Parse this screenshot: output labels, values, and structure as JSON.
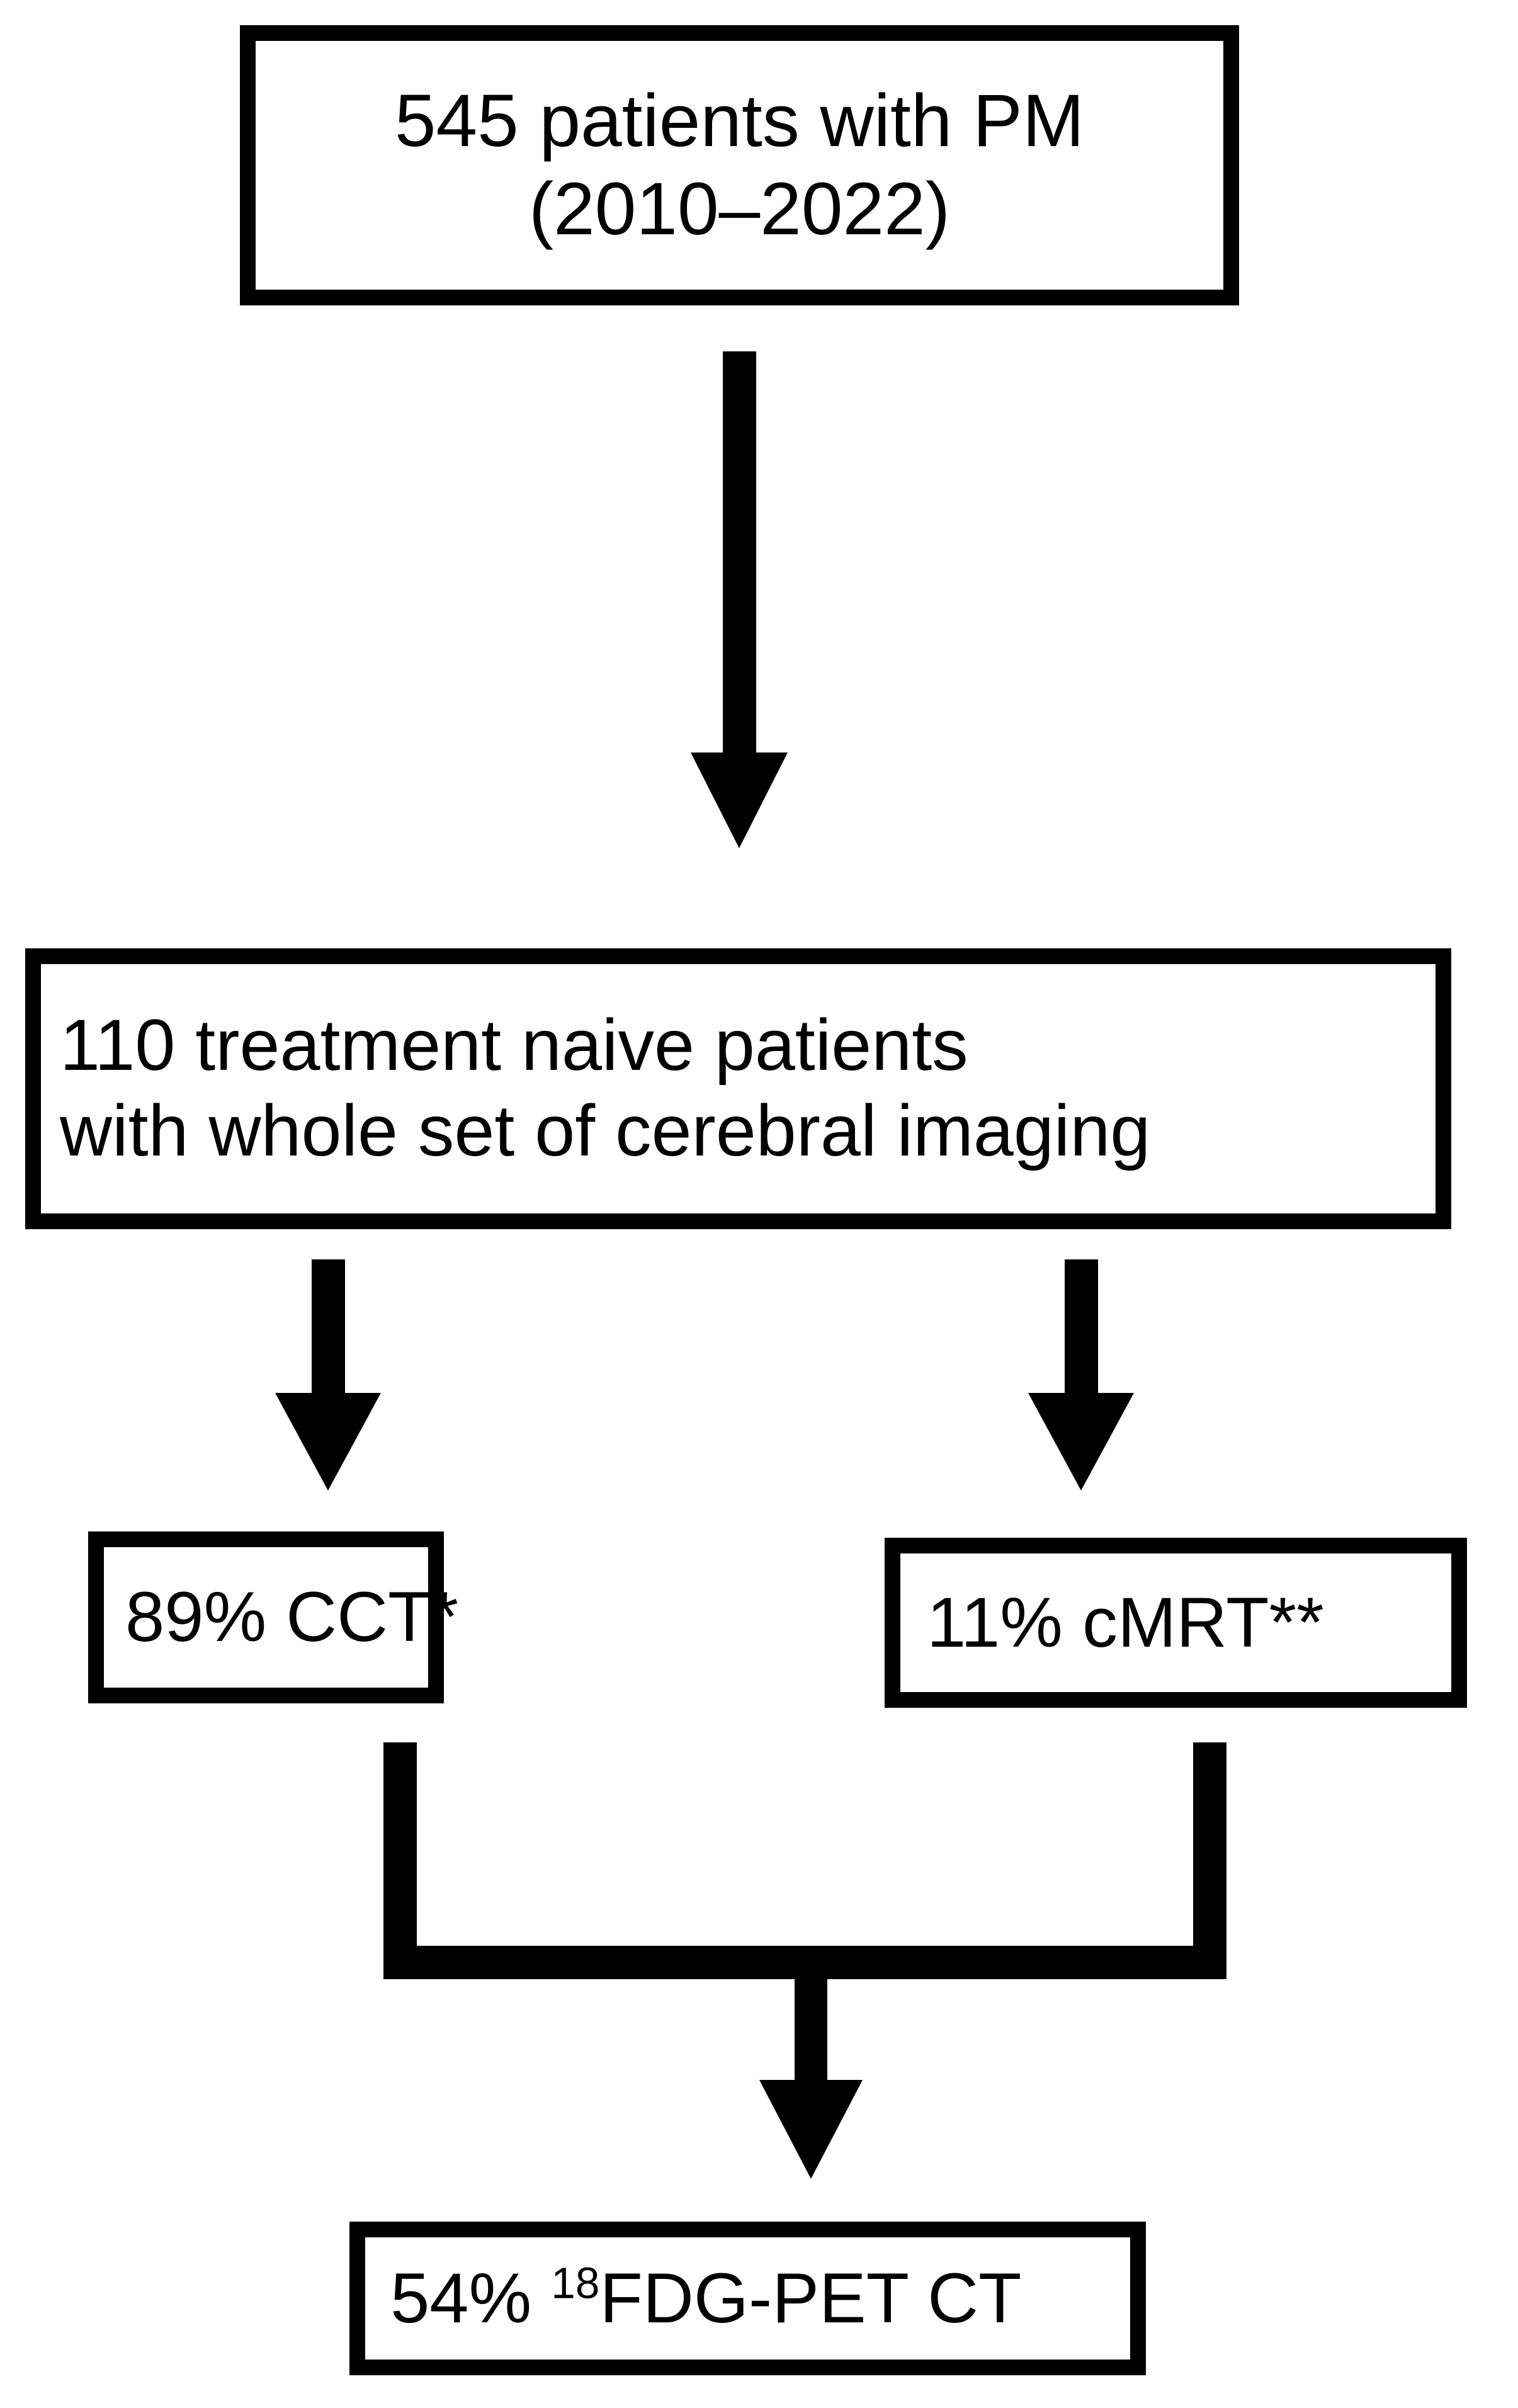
{
  "diagram": {
    "title": "Patient selection flowchart",
    "background_color": "#ffffff",
    "line_color": "#000000",
    "nodes": {
      "cohort": {
        "line1": "545 patients with PM",
        "line2": "(2010–2022)"
      },
      "eligible": {
        "line1": "110 treatment naive patients",
        "line2": "with whole set of cerebral imaging"
      },
      "cct": {
        "label": "89% CCT*"
      },
      "cmrt": {
        "label": "11% cMRT**"
      },
      "pet": {
        "prefix": "54% ",
        "superscript": "18",
        "suffix": "FDG-PET CT"
      }
    },
    "edges": [
      {
        "from": "cohort",
        "to": "eligible",
        "style": "arrow-down"
      },
      {
        "from": "eligible",
        "to": "cct",
        "style": "arrow-down"
      },
      {
        "from": "eligible",
        "to": "cmrt",
        "style": "arrow-down"
      },
      {
        "from": "cct",
        "to": "pet",
        "style": "merge-bracket-arrow-down"
      },
      {
        "from": "cmrt",
        "to": "pet",
        "style": "merge-bracket-arrow-down"
      }
    ]
  }
}
